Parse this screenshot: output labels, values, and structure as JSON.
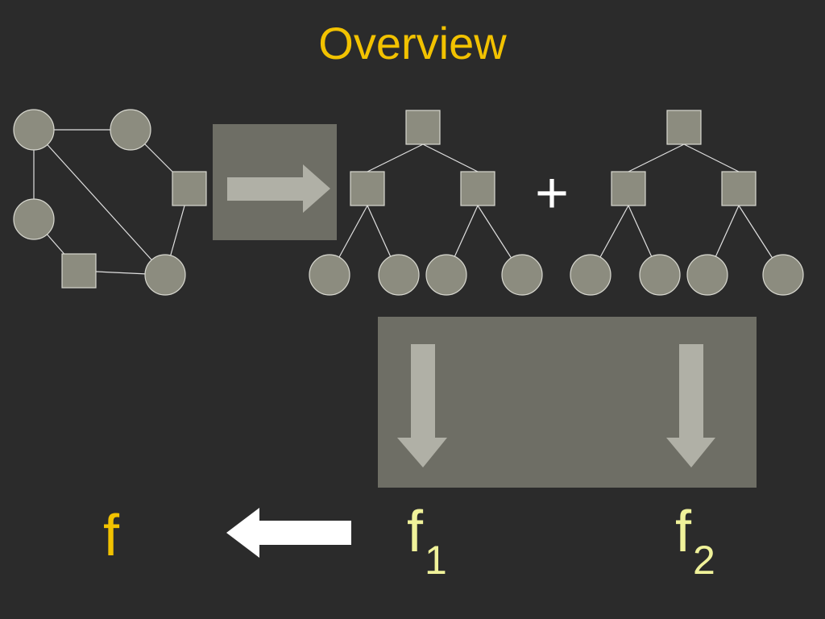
{
  "slide": {
    "title": "Overview",
    "operator": "+",
    "labels": {
      "f": "f",
      "f1_base": "f",
      "f1_sub": "1",
      "f2_base": "f",
      "f2_sub": "2"
    }
  },
  "colors": {
    "background": "#2b2b2b",
    "title": "#f2c200",
    "node_fill": "#8c8c7f",
    "node_stroke": "#d8d8d0",
    "edge": "#e0e0e0",
    "panel": "#6e6e65",
    "arrow_light": "#b0b0a6",
    "arrow_white": "#ffffff",
    "subscript_label": "#f0f29a"
  }
}
